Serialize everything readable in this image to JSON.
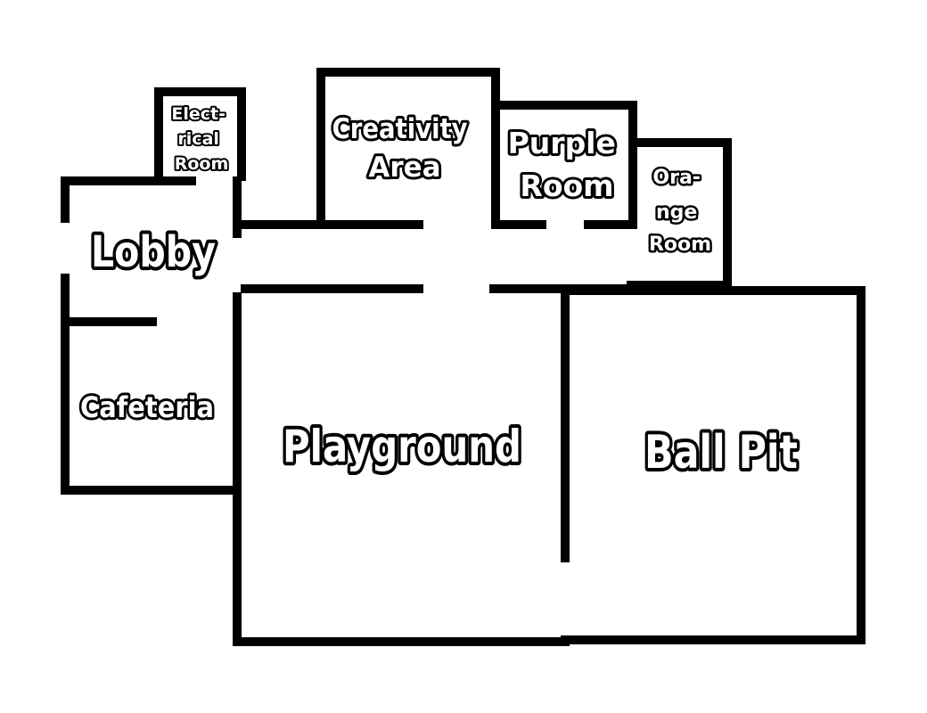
{
  "map": {
    "rooms": [
      {
        "id": "electrical-room",
        "lines": [
          "Elect-",
          "rical",
          "Room"
        ]
      },
      {
        "id": "lobby",
        "lines": [
          "Lobby"
        ]
      },
      {
        "id": "cafeteria",
        "lines": [
          "Cafeteria"
        ]
      },
      {
        "id": "creativity-area",
        "lines": [
          "Creativity",
          "Area"
        ]
      },
      {
        "id": "purple-room",
        "lines": [
          "Purple",
          "Room"
        ]
      },
      {
        "id": "orange-room",
        "lines": [
          "Ora-",
          "nge",
          "Room"
        ]
      },
      {
        "id": "playground",
        "lines": [
          "Playground"
        ]
      },
      {
        "id": "ball-pit",
        "lines": [
          "Ball Pit"
        ]
      }
    ],
    "colors": {
      "wall": "#000000",
      "label_fill": "#ffffff",
      "label_outline": "#000000"
    }
  }
}
